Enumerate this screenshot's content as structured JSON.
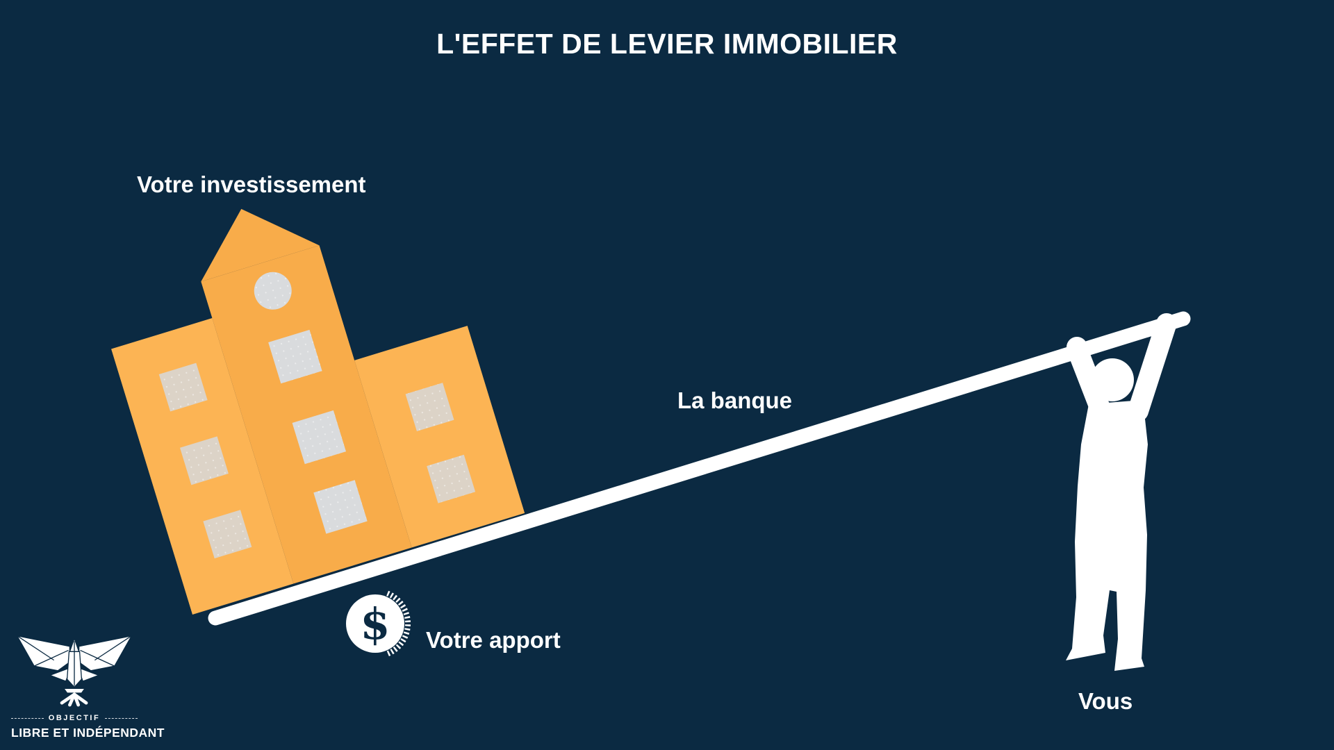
{
  "title": "L'EFFET DE LEVIER IMMOBILIER",
  "labels": {
    "investment": "Votre investissement",
    "bank": "La banque",
    "contribution": "Votre apport",
    "you": "Vous"
  },
  "coin": {
    "symbol": "$"
  },
  "logo": {
    "tagline_top": "OBJECTIF",
    "tagline_bottom": "LIBRE ET INDÉPENDANT"
  },
  "icons": {
    "fulcrum": "dollar-coin-icon",
    "brand": "eagle-icon",
    "asset": "building-icon",
    "lever": "lever-bar",
    "actor": "person-silhouette"
  },
  "colors": {
    "background": "#0b2a42",
    "text": "#ffffff",
    "lever": "#ffffff",
    "person": "#ffffff",
    "orange-wing": "#fcb454",
    "orange-tower": "#f8ac4a",
    "window-beige": "#dcd3c7",
    "window-gray": "#d9dbdd",
    "coin-face": "#ffffff",
    "coin-symbol": "#0b2a42"
  }
}
